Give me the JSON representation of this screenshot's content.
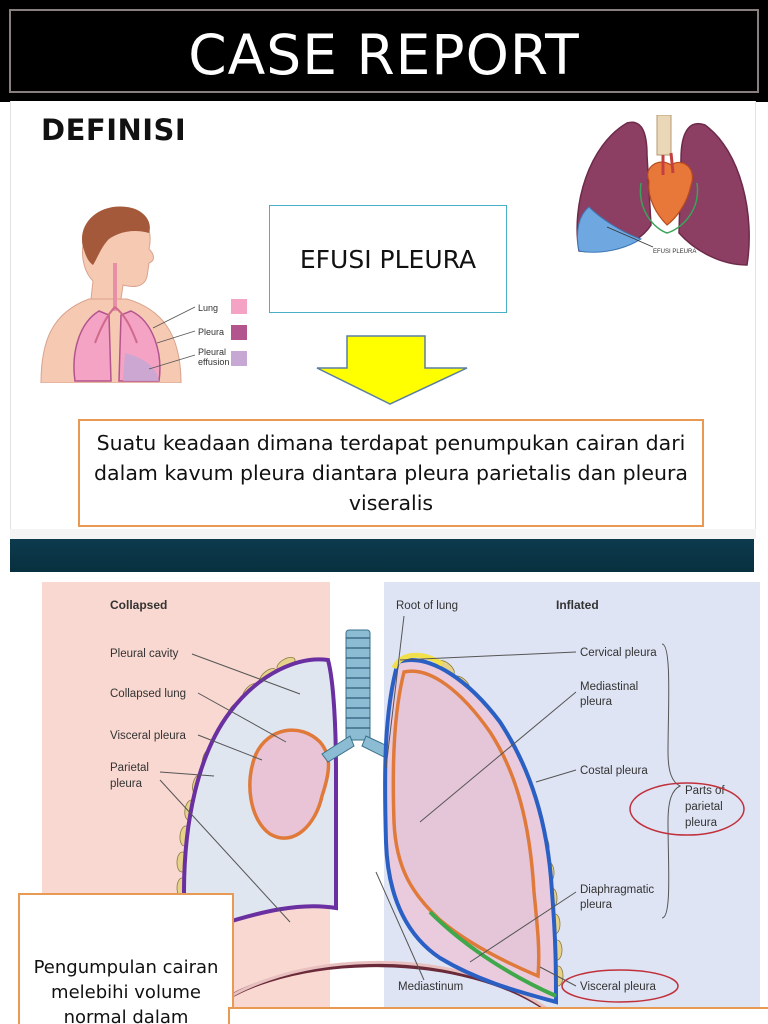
{
  "slide": {
    "title": "CASE REPORT"
  },
  "definition": {
    "heading": "DEFINISI",
    "term": "EFUSI PLEURA",
    "text": "Suatu keadaan dimana terdapat penumpukan cairan dari dalam kavum pleura diantara pleura parietalis dan pleura viseralis"
  },
  "anatomy_small": {
    "legend": [
      {
        "label": "Lung",
        "color": "#f4a3c4"
      },
      {
        "label": "Pleura",
        "color": "#b3548f"
      },
      {
        "label": "Pleural effusion",
        "color": "#c7a7d4"
      }
    ],
    "effusion_label": "EFUSI PLEURA"
  },
  "lung_diagram": {
    "collapsed_heading": "Collapsed",
    "inflated_heading": "Inflated",
    "left_labels": [
      "Pleural cavity",
      "Collapsed lung",
      "Visceral pleura",
      "Parietal",
      "pleura"
    ],
    "right_labels": [
      "Root of lung",
      "Cervical pleura",
      "Mediastinal",
      "pleura",
      "Costal pleura",
      "Parts of",
      "parietal",
      "pleura",
      "Diaphragmatic",
      "pleura",
      "Visceral pleura",
      "Mediastinum"
    ]
  },
  "notes": {
    "note1": "Pengumpulan cairan melebihi volume normal dalam"
  }
}
